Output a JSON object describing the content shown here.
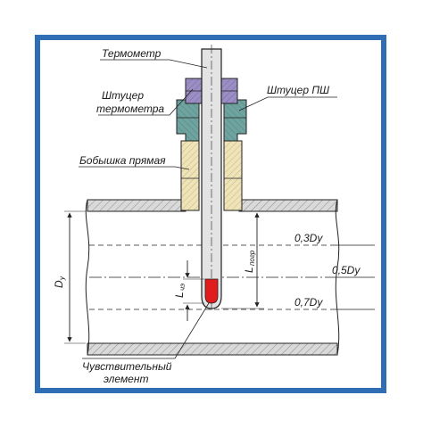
{
  "labels": {
    "thermometer": "Термометр",
    "thermo_fitting_line1": "Штуцер",
    "thermo_fitting_line2": "термометра",
    "fitting_psh": "Штуцер ПШ",
    "boss": "Бобышка прямая",
    "level_03": "0,3Dy",
    "level_05": "0,5Dy",
    "level_07": "0,7Dy",
    "dy_main": "D",
    "dy_sub": "y",
    "l_immersion_main": "L",
    "l_immersion_sub": "погр",
    "l_sensitive_main": "L",
    "l_sensitive_sub": "чэ",
    "sensitive_line1": "Чувствительный",
    "sensitive_line2": "элемент"
  },
  "colors": {
    "frame": "#2f6db5",
    "pipe_wall": "#d9d9d9",
    "hatch": "#8a8a8a",
    "thermometer": "#e3e3e3",
    "thermo_fitting": "#9b8ec4",
    "fitting_psh": "#6fa3a0",
    "boss": "#efe3b8",
    "sensor_red": "#e01c1c",
    "line": "#222222"
  }
}
